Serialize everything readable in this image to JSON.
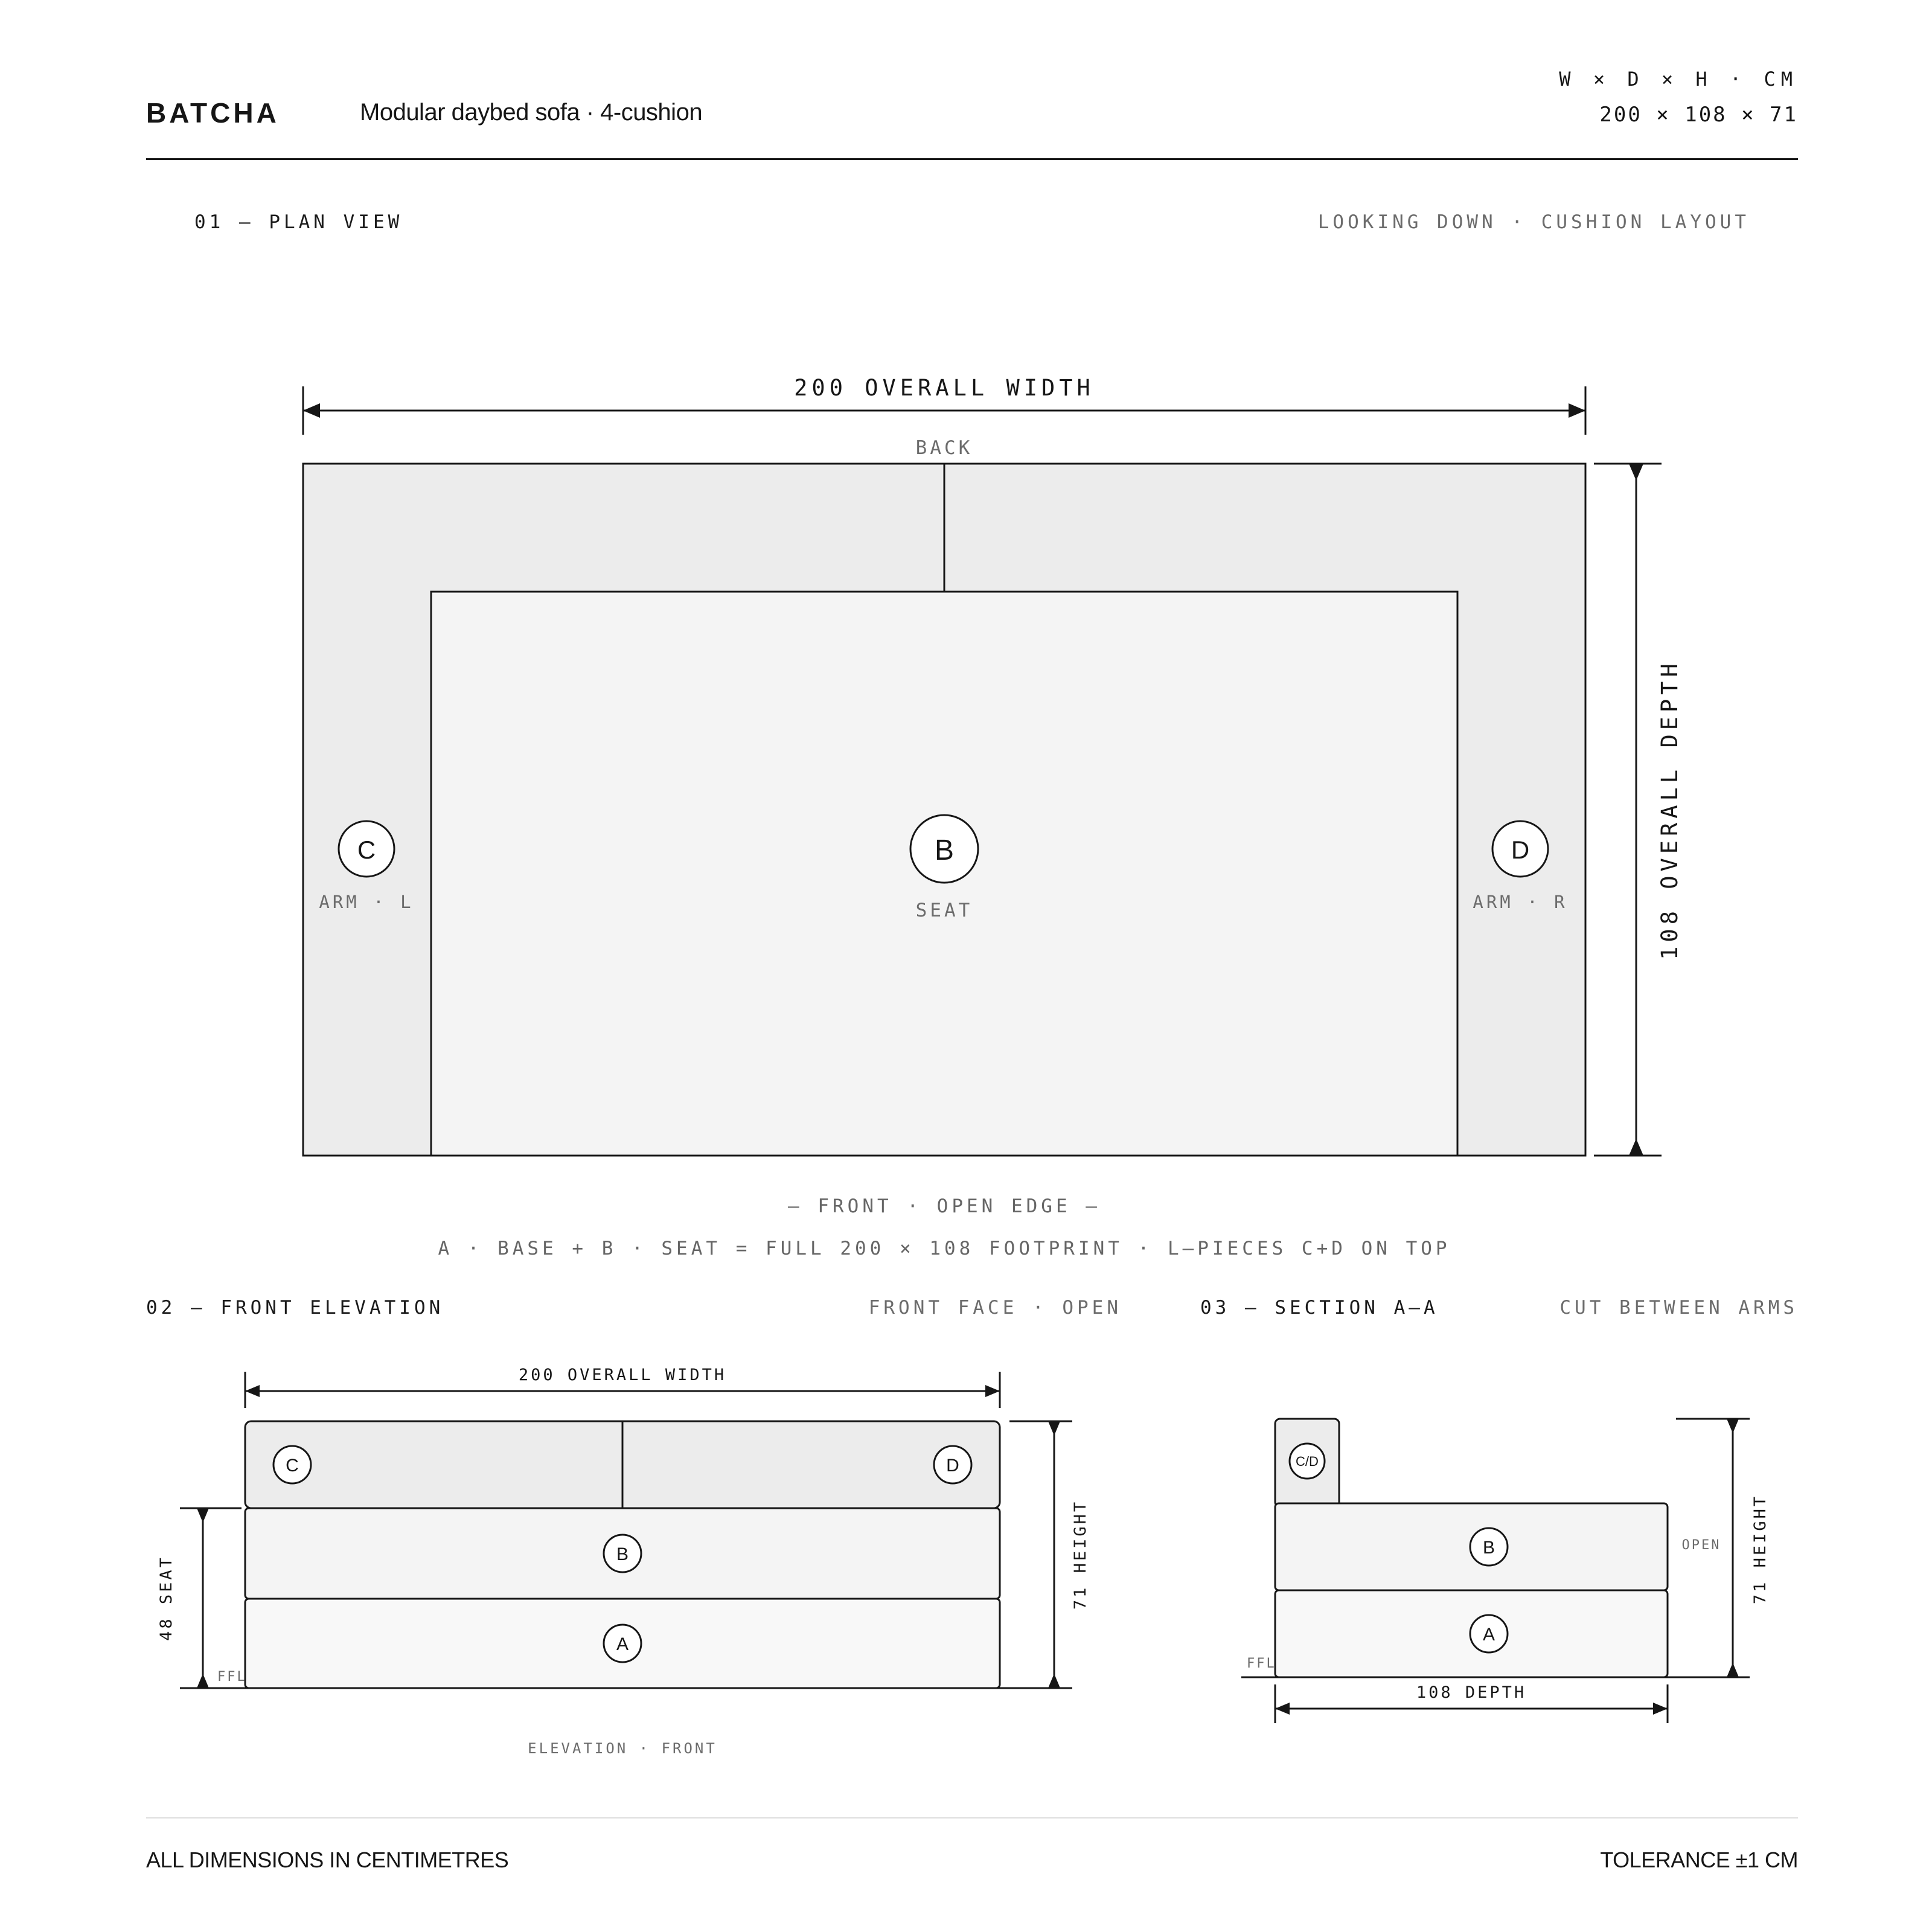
{
  "header": {
    "brand": "BATCHA",
    "subtitle": "Modular daybed sofa · 4-cushion",
    "dims_label": "W × D × H · CM",
    "dims_value": "200 × 108 × 71"
  },
  "plan": {
    "section_title": "01 — PLAN VIEW",
    "section_note": "LOOKING DOWN · CUSHION LAYOUT",
    "width_label": "200 OVERALL WIDTH",
    "depth_label": "108 OVERALL DEPTH",
    "back_label": "BACK",
    "cushions": {
      "left": {
        "id": "C",
        "label": "ARM · L"
      },
      "seat": {
        "id": "B",
        "label": "SEAT"
      },
      "right": {
        "id": "D",
        "label": "ARM · R"
      }
    },
    "front_label": "— FRONT · OPEN EDGE —",
    "footprint_note": "A · BASE + B · SEAT = FULL 200 × 108 FOOTPRINT · L—PIECES C+D ON TOP"
  },
  "elevation": {
    "section_title": "02 — FRONT ELEVATION",
    "section_note": "FRONT FACE · OPEN",
    "width_label": "200 OVERALL WIDTH",
    "seat_label": "48 SEAT",
    "height_label": "71 HEIGHT",
    "ffl_label": "FFL",
    "caption": "ELEVATION · FRONT",
    "cushion_c": "C",
    "cushion_d": "D",
    "cushion_b": "B",
    "cushion_a": "A"
  },
  "section": {
    "section_title": "03 — SECTION A—A",
    "section_note": "CUT BETWEEN ARMS",
    "height_label": "71 HEIGHT",
    "depth_label": "108 DEPTH",
    "open_label": "OPEN",
    "ffl_label": "FFL",
    "cushion_cd": "C/D",
    "cushion_b": "B",
    "cushion_a": "A"
  },
  "footer": {
    "left": "ALL DIMENSIONS IN CENTIMETRES",
    "right": "TOLERANCE ±1 CM"
  },
  "colors": {
    "ink": "#161616",
    "arm_fill": "#ececec",
    "seat_fill": "#f4f4f4",
    "base_fill": "#f8f8f8",
    "muted_text": "#6c6c6c"
  }
}
